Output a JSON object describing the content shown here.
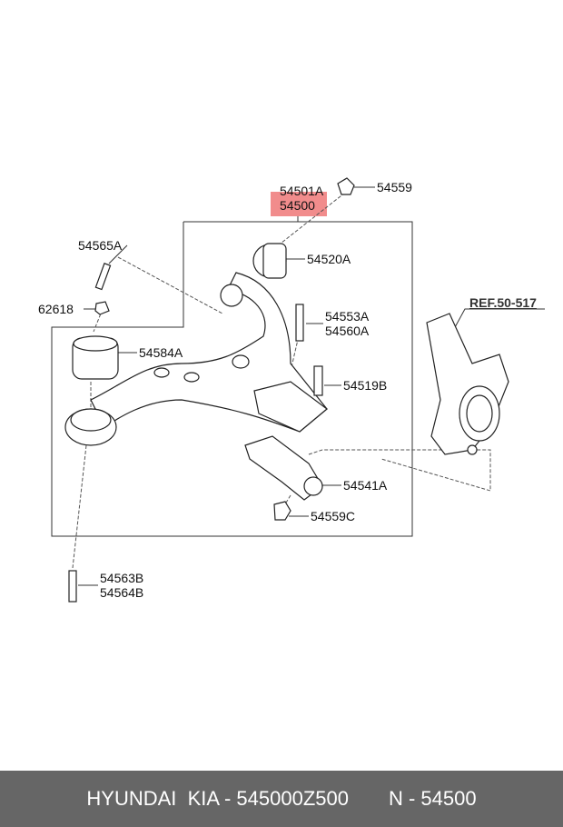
{
  "labels": {
    "p54501A": "54501A",
    "p54500": "54500",
    "p54559": "54559",
    "p54565A": "54565A",
    "p54520A": "54520A",
    "p62618": "62618",
    "p54553A": "54553A",
    "p54560A": "54560A",
    "p54584A": "54584A",
    "p54519B": "54519B",
    "ref": "REF.50-517",
    "p54541A": "54541A",
    "p54559C": "54559C",
    "p54563B": "54563B",
    "p54564B": "54564B"
  },
  "footer": {
    "brand": "HYUNDAI  KIA - 545000Z500",
    "number": "N - 54500"
  },
  "colors": {
    "highlight": "#f08080",
    "footer_bg": "#666666"
  }
}
